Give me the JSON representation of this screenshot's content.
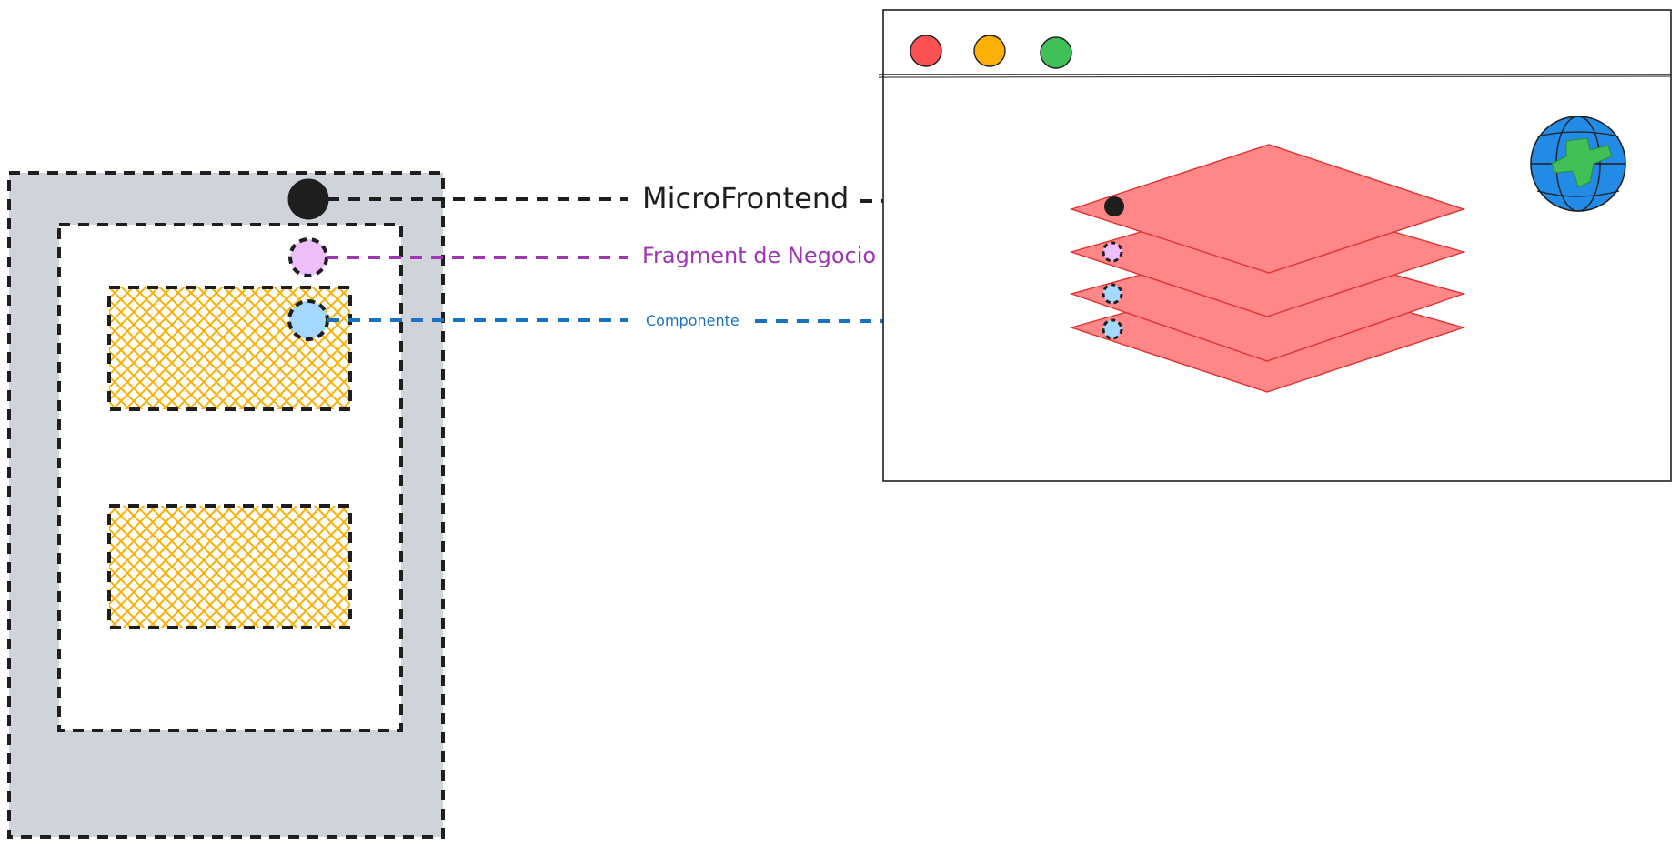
{
  "labels": {
    "microfrontend": "MicroFrontend",
    "fragment": "Fragment de Negocio",
    "component": "Componente"
  },
  "colors": {
    "microfrontend": "#1e1e1e",
    "fragment": "#9c36b5",
    "fragment_dot": "#eebefa",
    "component": "#1971c2",
    "component_dot": "#a5d8ff",
    "outer_panel": "#ced4da",
    "hatch": "#fab005",
    "layer_fill": "#ff8787",
    "layer_stroke": "#e03131",
    "window_red": "#fa5252",
    "window_yellow": "#fab005",
    "window_green": "#40c057",
    "globe": "#228be6",
    "globe_land": "#40c057"
  },
  "icons": {
    "globe": "globe-icon"
  }
}
